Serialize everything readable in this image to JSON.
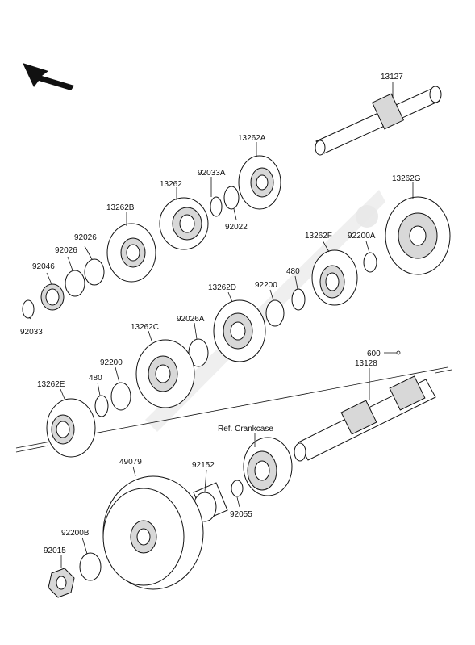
{
  "labels": {
    "l13127": "13127",
    "l13262A": "13262A",
    "l13262G": "13262G",
    "l92033A": "92033A",
    "l13262": "13262",
    "l13262B": "13262B",
    "l92022": "92022",
    "l92026a": "92026",
    "l92026b": "92026",
    "l92046": "92046",
    "l92033": "92033",
    "l13262F": "13262F",
    "l92200A": "92200A",
    "l480a": "480",
    "l92200a": "92200",
    "l13262D": "13262D",
    "l13262C": "13262C",
    "l92026A": "92026A",
    "l92200b": "92200",
    "l480b": "480",
    "l13262E": "13262E",
    "l600": "600",
    "l13128": "13128",
    "lRefCrankcase": "Ref. Crankcase",
    "l49079": "49079",
    "l92152": "92152",
    "l92055": "92055",
    "l92200B": "92200B",
    "l92015": "92015"
  },
  "colors": {
    "line": "#111111",
    "fill": "#ffffff",
    "shade": "#d8d8d8",
    "watermark": "#e8e8e8"
  },
  "icons": {
    "front_arrow": "arrow-up-left-icon",
    "watermark": "gear-logo-watermark"
  }
}
